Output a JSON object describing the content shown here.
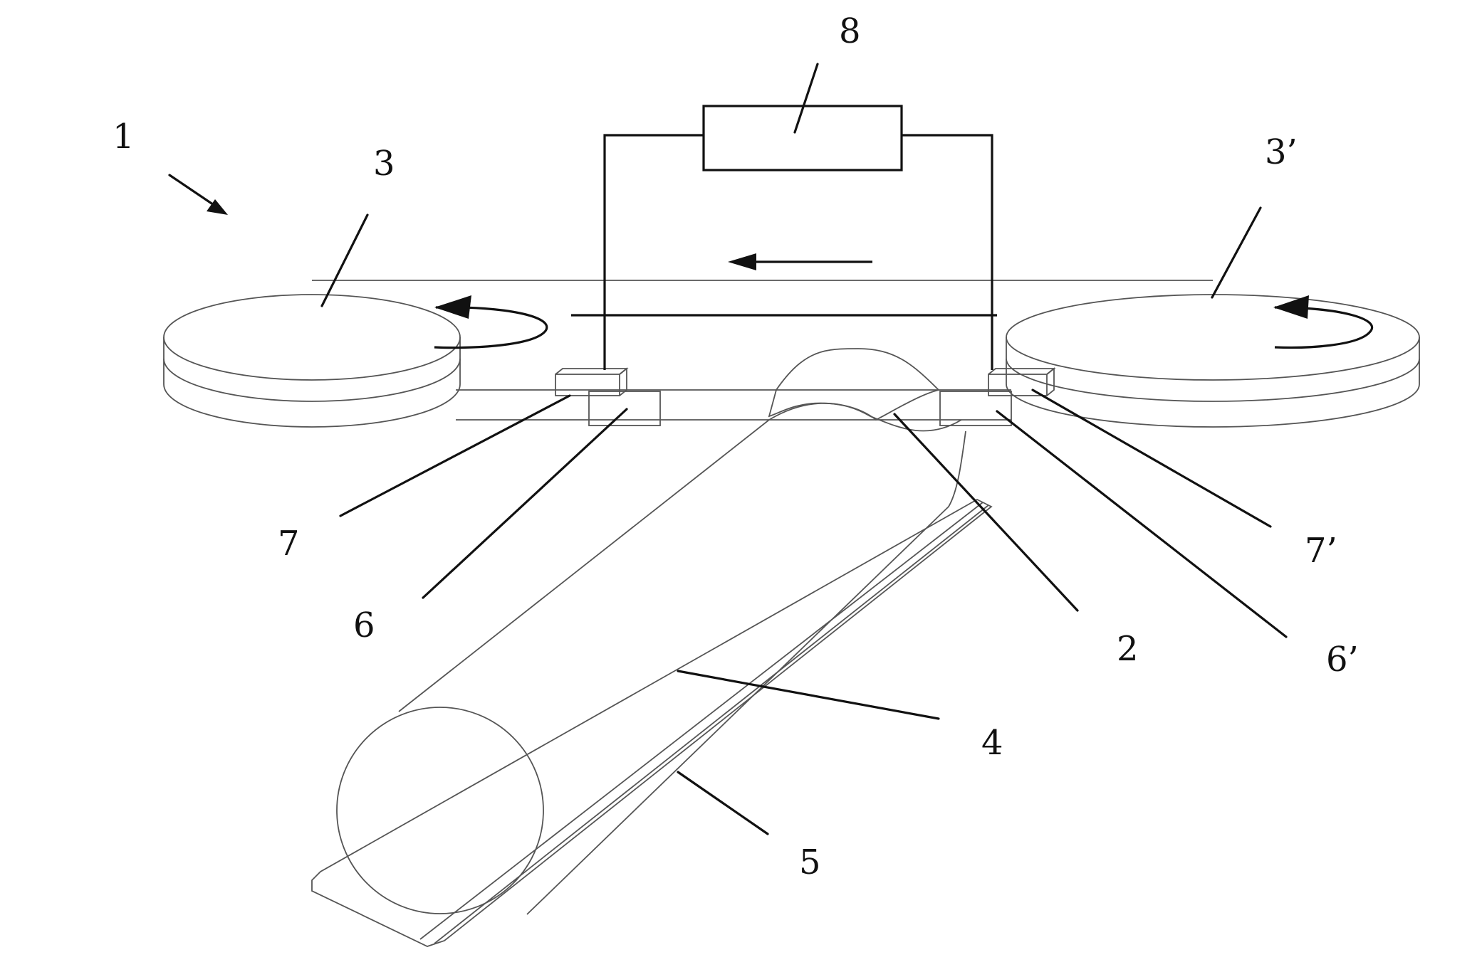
{
  "labels": {
    "l1": "1",
    "l2": "2",
    "l3": "3",
    "l3p": "3’",
    "l4": "4",
    "l5": "5",
    "l6": "6",
    "l6p": "6’",
    "l7": "7",
    "l7p": "7’",
    "l8": "8"
  },
  "colors": {
    "line": "#111111",
    "outline": "#555555",
    "background": "#ffffff"
  }
}
